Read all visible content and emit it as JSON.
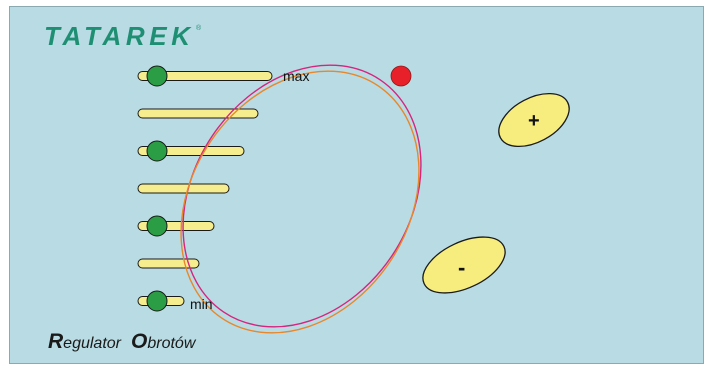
{
  "brand": {
    "logo_text": "TATAREK",
    "mark": "®"
  },
  "labels": {
    "max": "max",
    "min": "min"
  },
  "title": {
    "first_cap": "R",
    "first_rest": "egulator",
    "second_cap": "O",
    "second_rest": "brotów"
  },
  "buttons": {
    "plus": "+",
    "minus": "-"
  },
  "colors": {
    "panel": "#b9dbe3",
    "bar": "#f6ed8e",
    "knob_active": "#2a9d45",
    "dial_indicator": "#e8202a",
    "ring_outer": "#d5257f",
    "ring_inner": "#e8872b",
    "button_fill": "#f6ed7e",
    "logo": "#1f8f74"
  },
  "speed_levels": [
    {
      "level": 7,
      "active": true
    },
    {
      "level": 6,
      "active": false
    },
    {
      "level": 5,
      "active": true
    },
    {
      "level": 4,
      "active": false
    },
    {
      "level": 3,
      "active": true
    },
    {
      "level": 2,
      "active": false
    },
    {
      "level": 1,
      "active": true
    }
  ]
}
